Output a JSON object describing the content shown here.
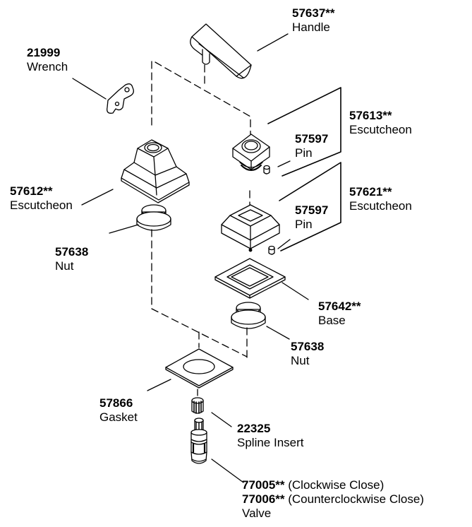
{
  "callouts": {
    "handle": {
      "number": "57637**",
      "name": "Handle"
    },
    "wrench": {
      "number": "21999",
      "name": "Wrench"
    },
    "escutcheon_upper": {
      "number": "57613**",
      "name": "Escutcheon"
    },
    "pin_upper": {
      "number": "57597",
      "name": "Pin"
    },
    "escutcheon_left": {
      "number": "57612**",
      "name": "Escutcheon"
    },
    "escutcheon_square": {
      "number": "57621**",
      "name": "Escutcheon"
    },
    "pin_lower": {
      "number": "57597",
      "name": "Pin"
    },
    "nut_left": {
      "number": "57638",
      "name": "Nut"
    },
    "base": {
      "number": "57642**",
      "name": "Base"
    },
    "nut_right": {
      "number": "57638",
      "name": "Nut"
    },
    "gasket": {
      "number": "57866",
      "name": "Gasket"
    },
    "spline_insert": {
      "number": "22325",
      "name": "Spline Insert"
    },
    "valve": {
      "number_cw": "77005**",
      "note_cw": "(Clockwise Close)",
      "number_ccw": "77006**",
      "note_ccw": "(Counterclockwise Close)",
      "name": "Valve"
    }
  },
  "colors": {
    "line": "#000000",
    "background": "#ffffff"
  }
}
